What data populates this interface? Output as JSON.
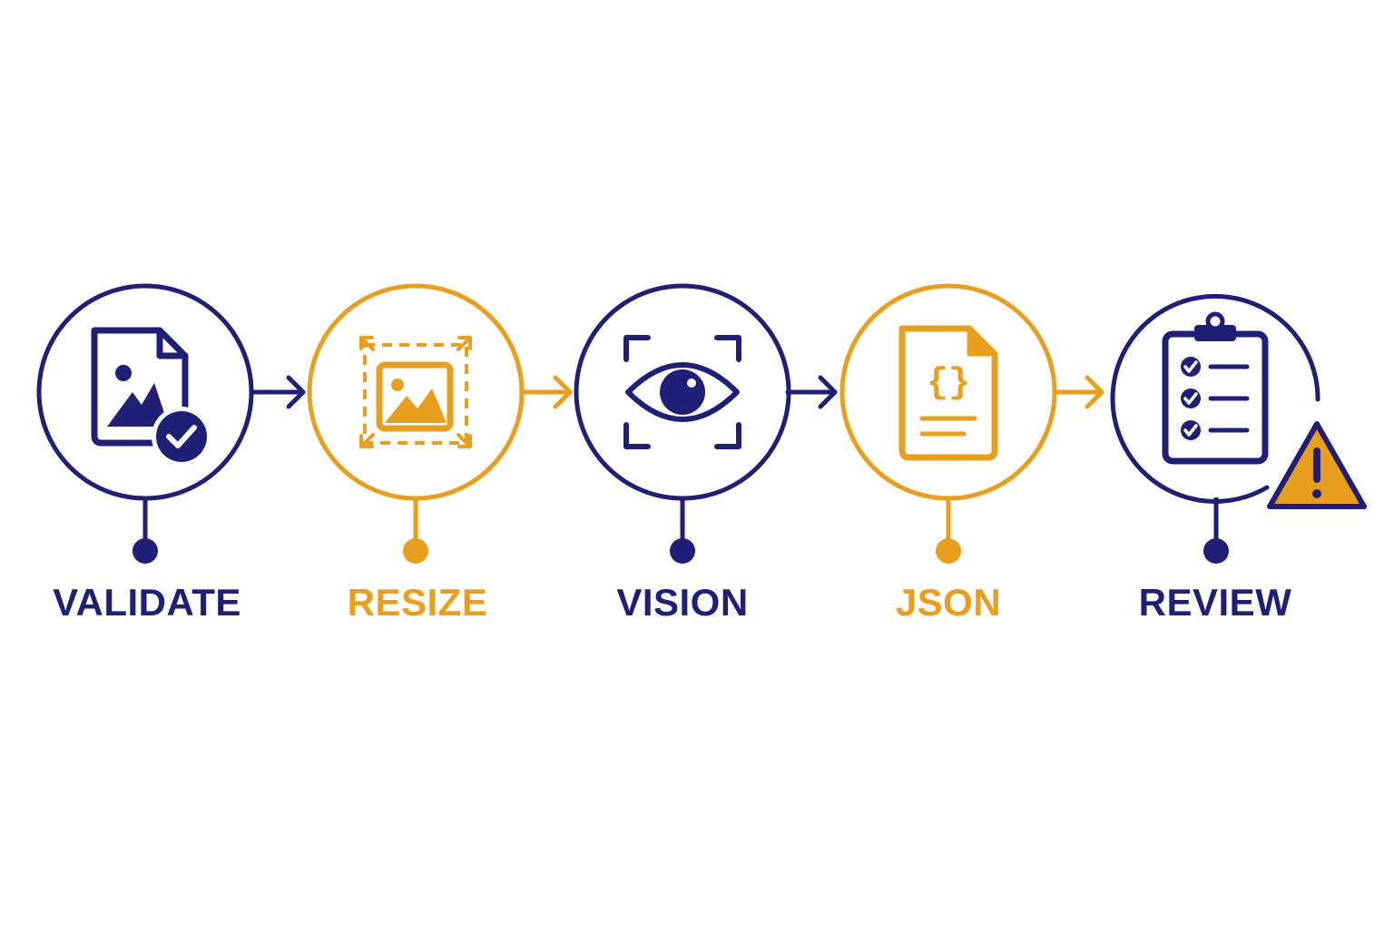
{
  "colors": {
    "navy": "#1f1f75",
    "amber": "#e89f1d"
  },
  "steps": [
    {
      "label": "VALIDATE",
      "color": "#1f1f75",
      "icon": "image-file-check-icon"
    },
    {
      "label": "RESIZE",
      "color": "#e89f1d",
      "icon": "image-resize-icon"
    },
    {
      "label": "VISION",
      "color": "#1f1f75",
      "icon": "eye-scan-icon"
    },
    {
      "label": "JSON",
      "color": "#e89f1d",
      "icon": "json-file-icon"
    },
    {
      "label": "REVIEW",
      "color": "#1f1f75",
      "icon": "clipboard-checklist-icon"
    }
  ],
  "warning": {
    "icon": "warning-triangle-icon",
    "color": "#e89f1d"
  }
}
